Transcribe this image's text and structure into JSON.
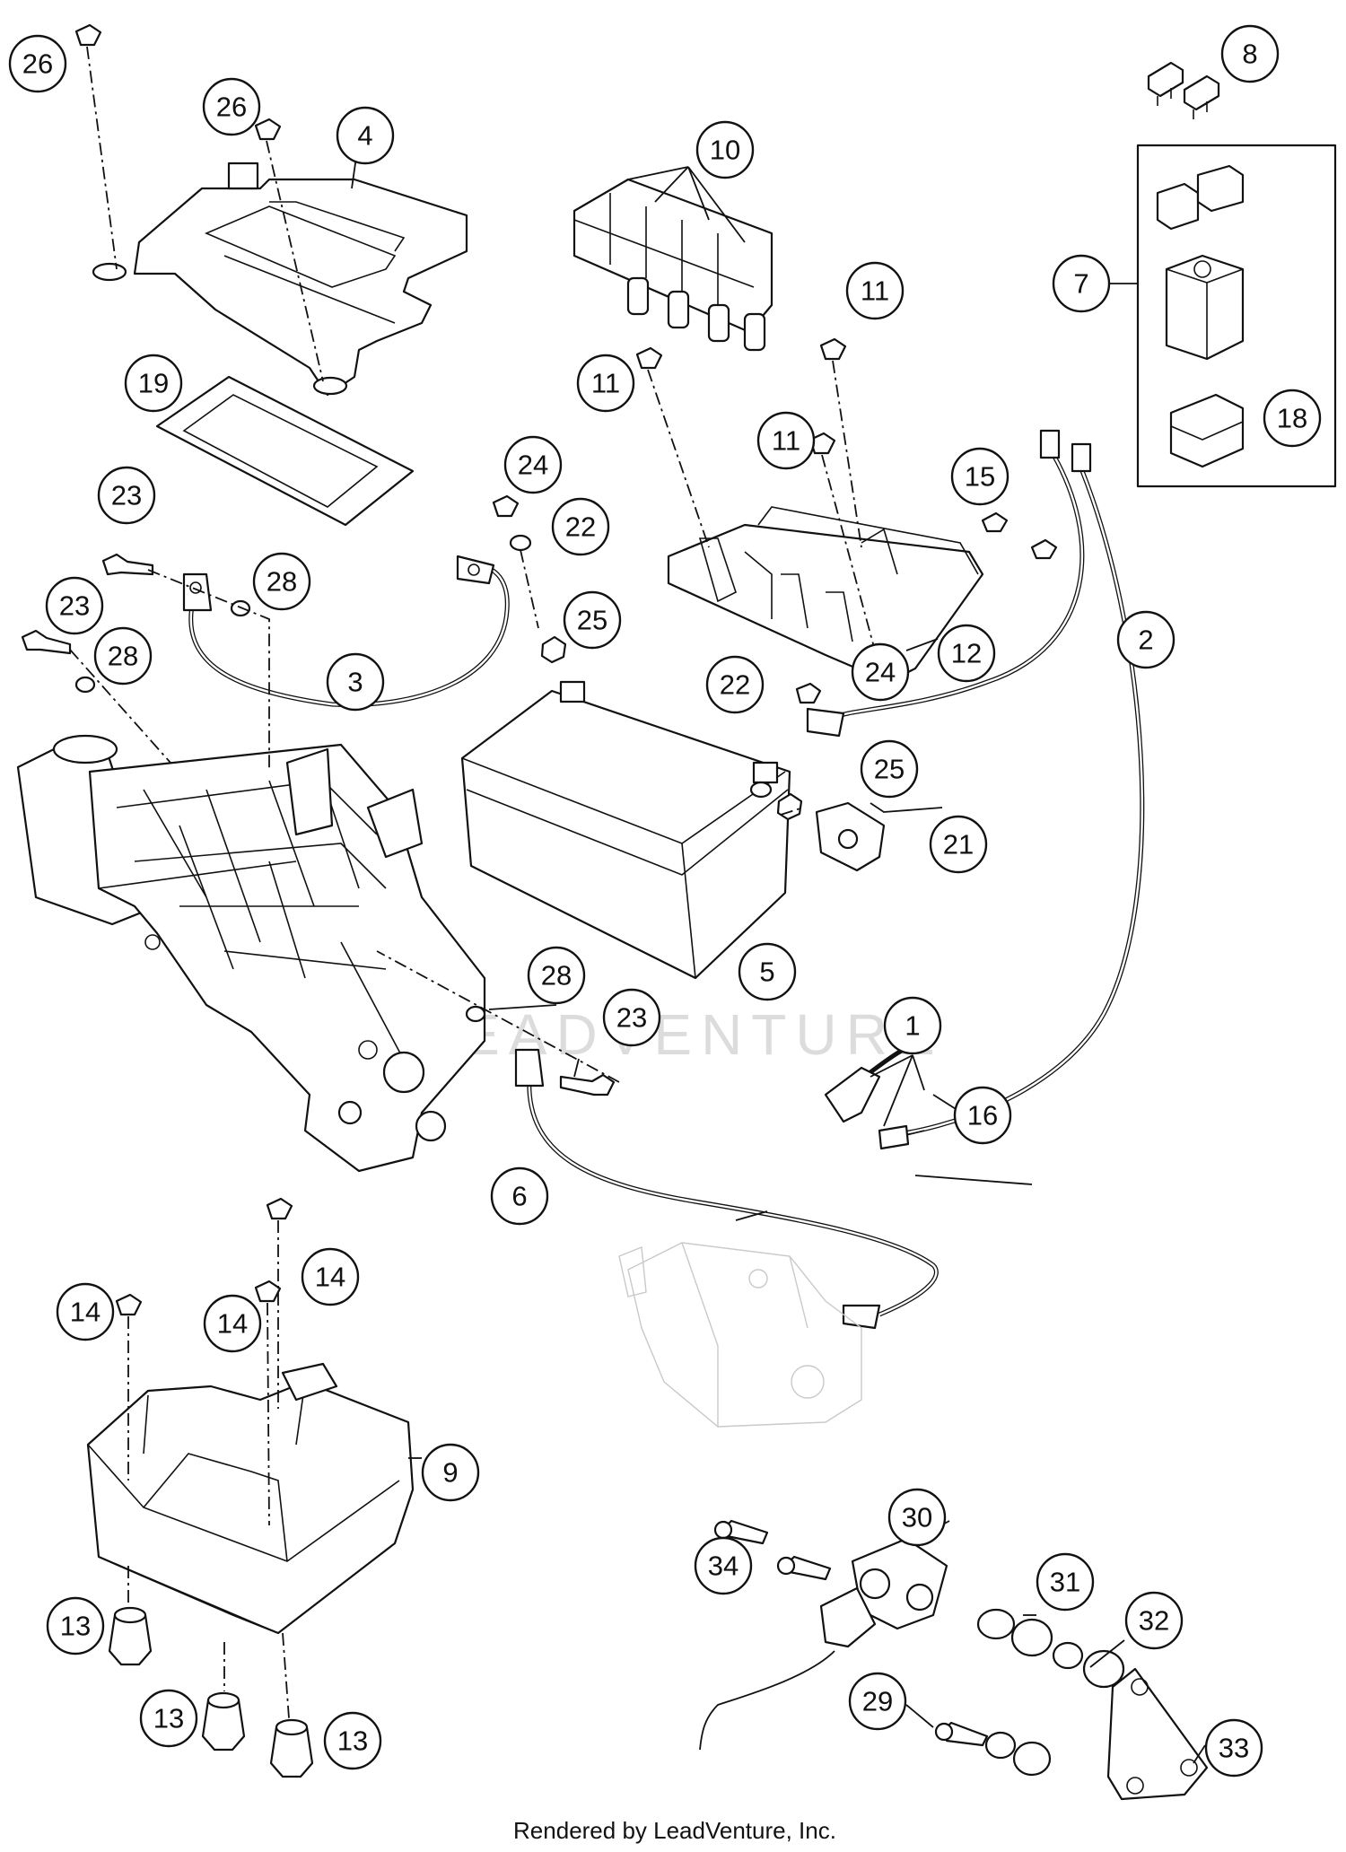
{
  "footer": {
    "rendered_by": "Rendered by LeadVenture, Inc."
  },
  "watermark": {
    "text": "LEADVENTURE"
  },
  "callouts": {
    "c1": "1",
    "c2": "2",
    "c3": "3",
    "c4": "4",
    "c5": "5",
    "c6": "6",
    "c7": "7",
    "c8": "8",
    "c9": "9",
    "c10": "10",
    "c11a": "11",
    "c11b": "11",
    "c11c": "11",
    "c12": "12",
    "c13a": "13",
    "c13b": "13",
    "c13c": "13",
    "c14a": "14",
    "c14b": "14",
    "c14c": "14",
    "c15": "15",
    "c16": "16",
    "c18": "18",
    "c19": "19",
    "c21": "21",
    "c22a": "22",
    "c22b": "22",
    "c23a": "23",
    "c23b": "23",
    "c23c": "23",
    "c24a": "24",
    "c24b": "24",
    "c25a": "25",
    "c25b": "25",
    "c26a": "26",
    "c26b": "26",
    "c28a": "28",
    "c28b": "28",
    "c28c": "28",
    "c29": "29",
    "c30": "30",
    "c31": "31",
    "c32": "32",
    "c33": "33",
    "c34": "34"
  }
}
